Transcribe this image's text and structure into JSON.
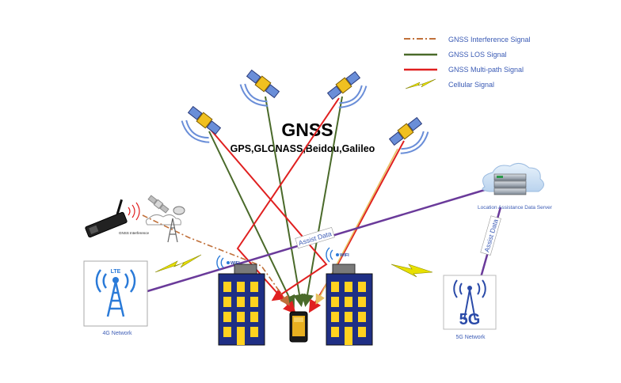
{
  "title": "GNSS",
  "subtitle": "GPS,GLONASS,Beidou,Galileo",
  "legend": [
    {
      "label": "GNSS Interference Signal",
      "color": "#c0703a",
      "style": "dashdot"
    },
    {
      "label": "GNSS LOS Signal",
      "color": "#4a6a2a",
      "style": "solid"
    },
    {
      "label": "GNSS Multi-path Signal",
      "color": "#e02020",
      "style": "solid"
    },
    {
      "label": "Cellular Signal",
      "color": "#e8e000",
      "style": "bolt"
    }
  ],
  "nodes": {
    "location_server": "Location Assistance Data Server",
    "network_4g": "4G Network",
    "network_5g": "5G Network",
    "jammer_label": "GNSS Interference",
    "wifi_label": "WIFI",
    "lte_label": "LTE",
    "five_g_label": "5G"
  },
  "edge_labels": {
    "assist_data_1": "Assist Data",
    "assist_data_2": "Assist Data"
  },
  "colors": {
    "los": "#4a6a2a",
    "multipath": "#e02020",
    "interference": "#c0703a",
    "assist": "#6a3a9a",
    "building": "#1f2f85",
    "window": "#ffd21f",
    "text_blue": "#3b5bb5",
    "gold_signal": "#e8c060"
  }
}
